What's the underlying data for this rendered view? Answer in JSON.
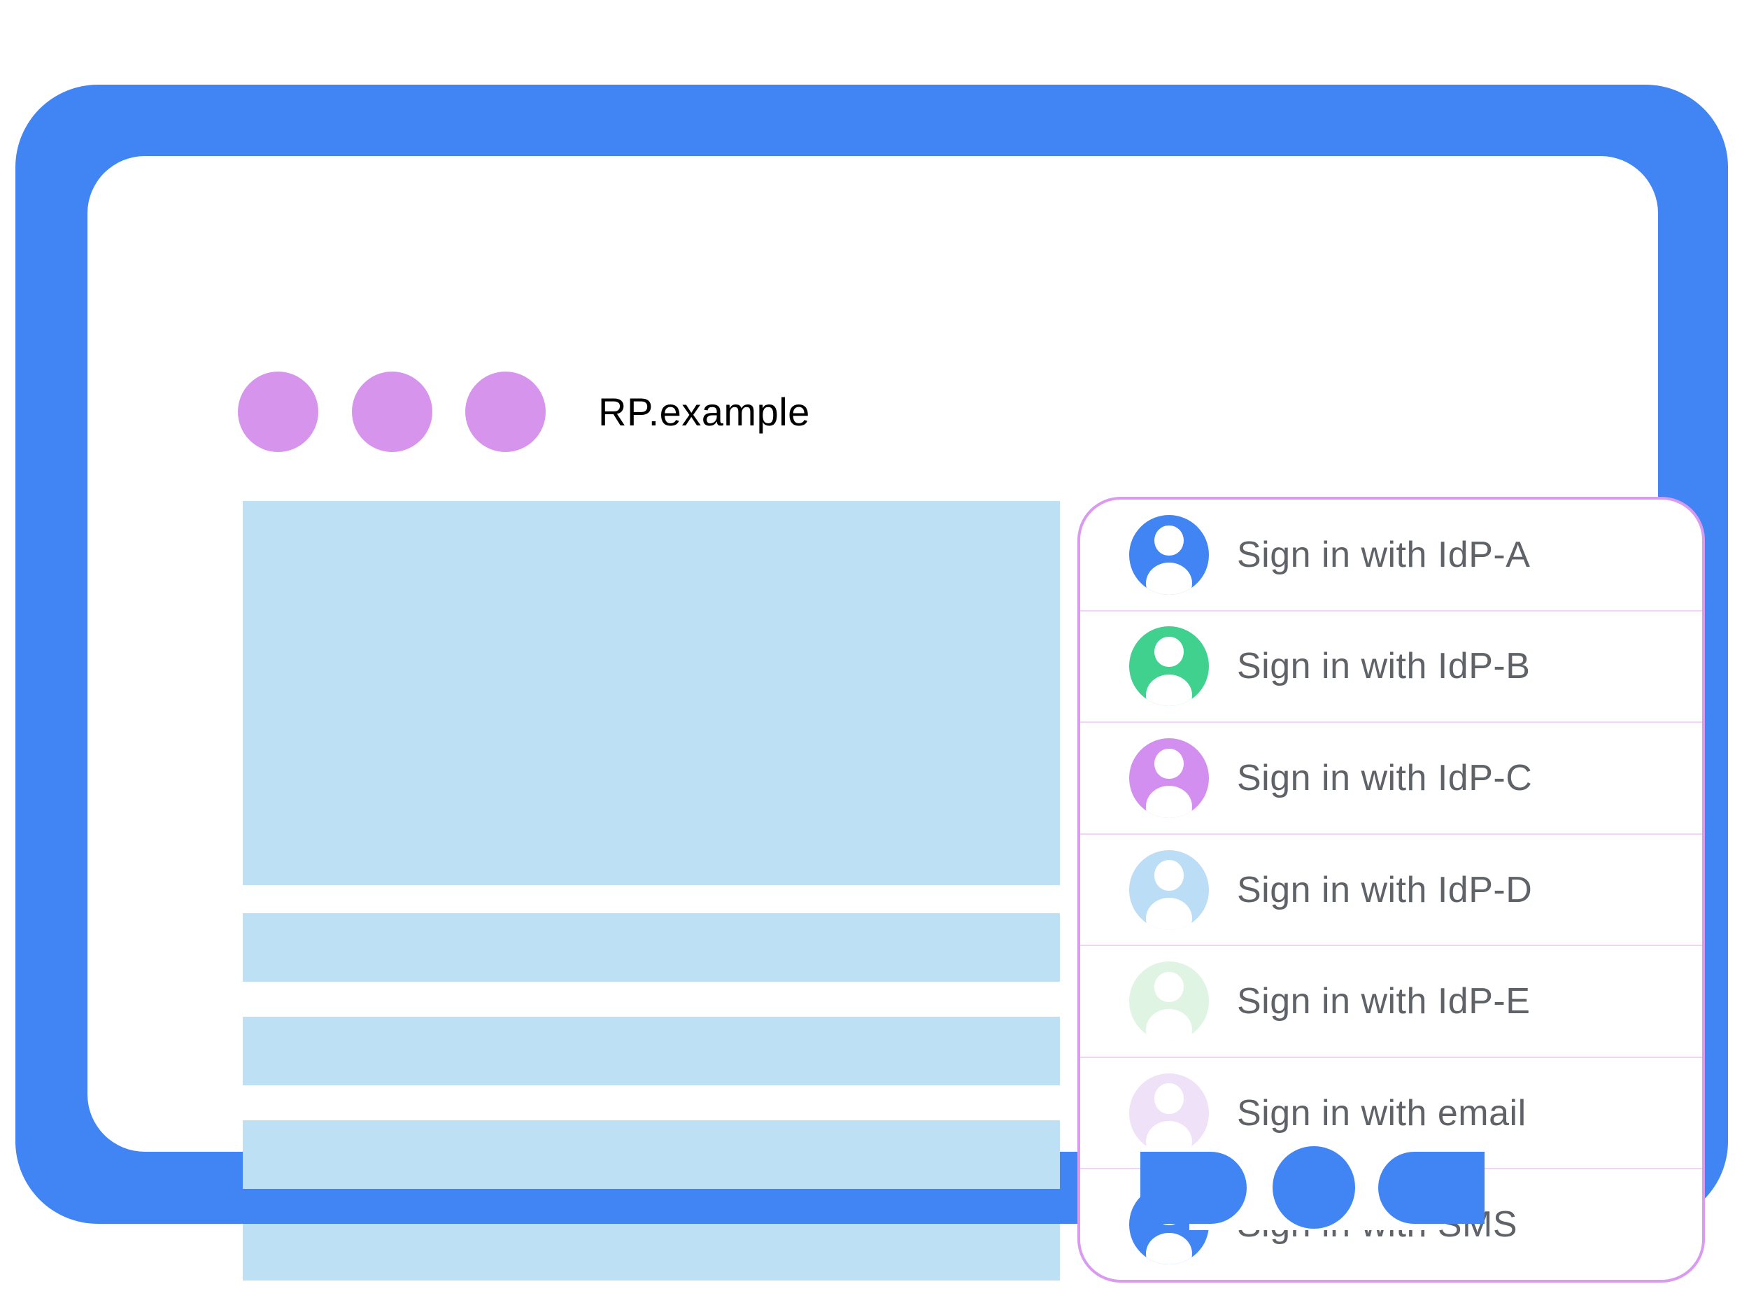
{
  "browser": {
    "title": "RP.example"
  },
  "signin_panel": {
    "options": [
      {
        "label": "Sign in with IdP-A",
        "avatar_color": "#4184F4"
      },
      {
        "label": "Sign in with IdP-B",
        "avatar_color": "#40D18F"
      },
      {
        "label": "Sign in with IdP-C",
        "avatar_color": "#D38FF0"
      },
      {
        "label": "Sign in with IdP-D",
        "avatar_color": "#BBDDF6"
      },
      {
        "label": "Sign in with IdP-E",
        "avatar_color": "#DFF4E3"
      },
      {
        "label": "Sign in with email",
        "avatar_color": "#EFE1F8"
      },
      {
        "label": "Sign in with SMS",
        "avatar_color": "#4184F4"
      }
    ]
  },
  "colors": {
    "frame": "#4184F4",
    "window_bg": "#FFFFFF",
    "skeleton": "#BDE0F5",
    "window_dot": "#D794EC",
    "panel_border": "#D99AEF",
    "panel_divider": "#F2D4F6",
    "label_text": "#5F6368",
    "title_text": "#000000",
    "avatar_glyph": "#FFFFFF"
  }
}
